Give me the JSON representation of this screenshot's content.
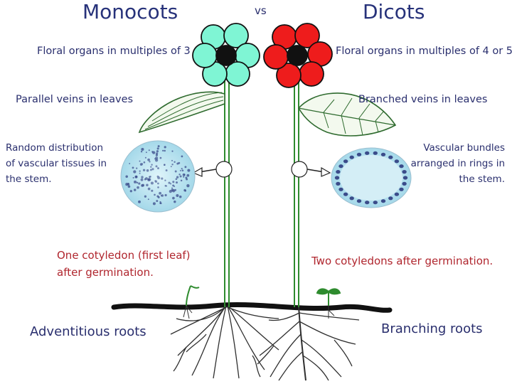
{
  "title_left": "Monocots",
  "title_mid": "vs",
  "title_right": "Dicots",
  "left": {
    "floral": "Floral organs in multiples of 3",
    "veins": "Parallel veins in leaves",
    "stem_line1": "Random distribution",
    "stem_line2": "of vascular tissues in",
    "stem_line3": "the stem.",
    "cotyledon_line1": "One cotyledon (first leaf)",
    "cotyledon_line2": "after germination.",
    "roots": "Adventitious roots"
  },
  "right": {
    "floral": "Floral organs in multiples of 4 or 5",
    "veins": "Branched veins in leaves",
    "stem_line1": "Vascular bundles",
    "stem_line2": "arranged in rings in",
    "stem_line3": "the stem.",
    "cotyledon": "Two cotyledons after germination.",
    "roots": "Branching roots"
  },
  "colors": {
    "monocot_petal": "#7ff5d4",
    "dicot_petal": "#ee1c1c",
    "flower_center": "#111111",
    "stem": "#2e8b2e",
    "leaf_fill": "#f3f9ee",
    "leaf_stroke": "#2f6b2f",
    "soil": "#111111",
    "stem_section_fill": "#aee2ee",
    "vascular_dots": "#3b4c8a",
    "title_color": "#27327a",
    "label_color": "#2a2f6e",
    "highlight_color": "#b0262e"
  }
}
